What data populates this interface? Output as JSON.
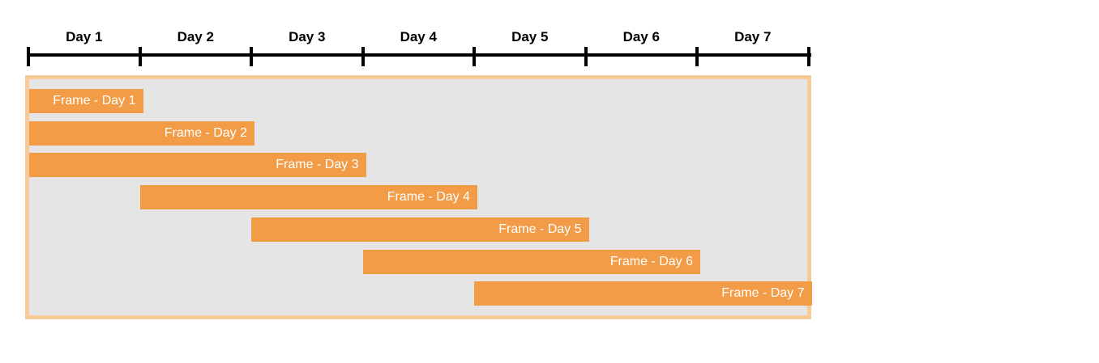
{
  "timeline": {
    "days": [
      "Day 1",
      "Day 2",
      "Day 3",
      "Day 4",
      "Day 5",
      "Day 6",
      "Day 7"
    ],
    "axis_color": "#000000",
    "label_color": "#000000"
  },
  "panel": {
    "background_color": "#e5e5e5",
    "border_color": "#f7cb98"
  },
  "chart_data": {
    "type": "bar",
    "subtype": "gantt-timeline",
    "title": "",
    "xlabel": "",
    "ylabel": "",
    "x_unit": "day",
    "x_range": [
      1,
      7
    ],
    "categories": [
      "Day 1",
      "Day 2",
      "Day 3",
      "Day 4",
      "Day 5",
      "Day 6",
      "Day 7"
    ],
    "bars": [
      {
        "label": "Frame - Day 1",
        "start_day": 1,
        "end_day": 1
      },
      {
        "label": "Frame - Day 2",
        "start_day": 1,
        "end_day": 2
      },
      {
        "label": "Frame - Day 3",
        "start_day": 1,
        "end_day": 3
      },
      {
        "label": "Frame - Day 4",
        "start_day": 2,
        "end_day": 4
      },
      {
        "label": "Frame - Day 5",
        "start_day": 3,
        "end_day": 5
      },
      {
        "label": "Frame - Day 6",
        "start_day": 4,
        "end_day": 6
      },
      {
        "label": "Frame - Day 7",
        "start_day": 5,
        "end_day": 7
      }
    ],
    "bar_color": "#f39c47",
    "bar_text_color": "#ffffff",
    "legend": null,
    "grid": false
  }
}
